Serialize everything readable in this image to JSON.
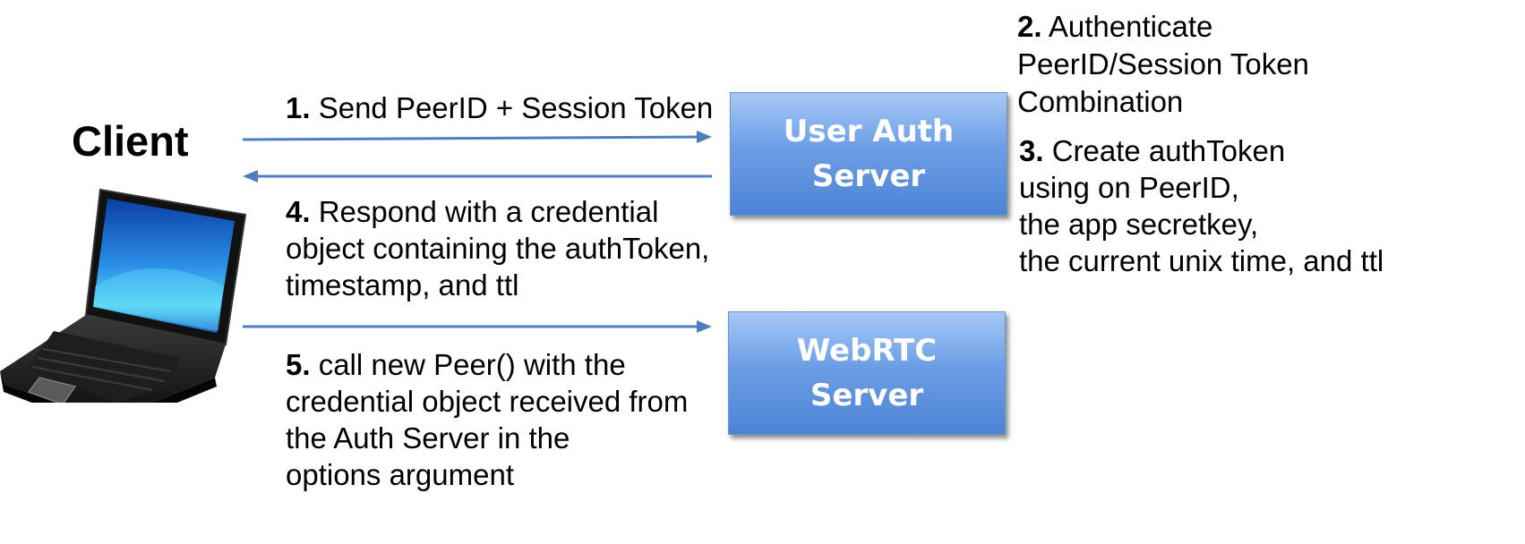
{
  "client": {
    "title": "Client",
    "icon": "laptop-icon"
  },
  "servers": {
    "auth": {
      "line1": "User Auth",
      "line2": "Server"
    },
    "webrtc": {
      "line1": "WebRTC",
      "line2": "Server"
    }
  },
  "steps": {
    "s1": {
      "num": "1.",
      "text": "Send PeerID + Session Token"
    },
    "s2": {
      "num": "2.",
      "line1": "Authenticate",
      "line2": "PeerID/Session Token",
      "line3": "Combination"
    },
    "s3": {
      "num": "3.",
      "line1": "Create authToken",
      "line2": "using on PeerID,",
      "line3": "the app secretkey,",
      "line4": "the current unix time, and ttl"
    },
    "s4": {
      "num": "4.",
      "line1": "Respond with a credential",
      "line2": "object containing the authToken,",
      "line3": "timestamp, and ttl"
    },
    "s5": {
      "num": "5.",
      "line1": "call new Peer() with the",
      "line2": "credential object received from",
      "line3": "the Auth Server in the",
      "line4": "options argument"
    }
  },
  "colors": {
    "arrow": "#4f7ec0",
    "box_top": "#a7c8f6",
    "box_bottom": "#4d83d4"
  }
}
